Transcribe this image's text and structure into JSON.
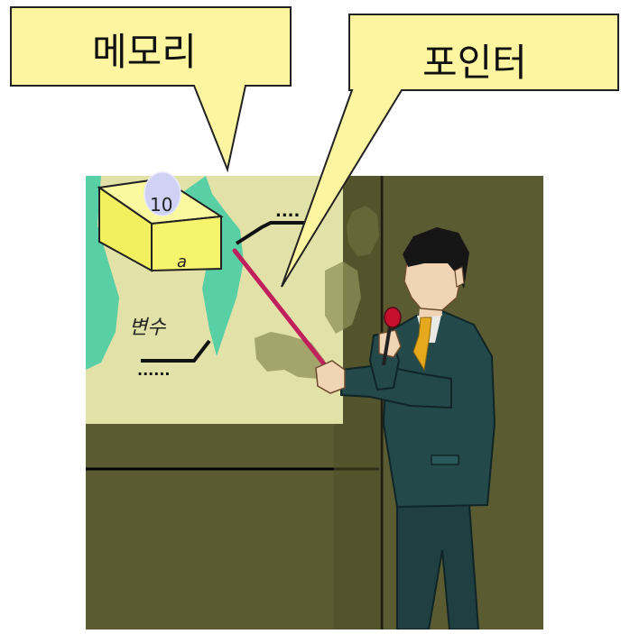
{
  "callouts": {
    "memory": "메모리",
    "pointer": "포인터"
  },
  "box": {
    "value": "10",
    "name": "a"
  },
  "labels": {
    "variable": "변수",
    "dots_top": "....",
    "dots_bottom": "......"
  },
  "colors": {
    "wall": "#5b5b32",
    "screen": "#e2e1a8",
    "map": "#58cfa4",
    "callout_fill": "#fdf5a0",
    "box_fill": "#f3f060",
    "pointer_stick": "#c0205c",
    "suit": "#23494b",
    "tie": "#e6a81c"
  },
  "icons": [
    "person-presenter-icon",
    "microphone-icon",
    "pointer-stick-icon",
    "memory-box-icon"
  ]
}
